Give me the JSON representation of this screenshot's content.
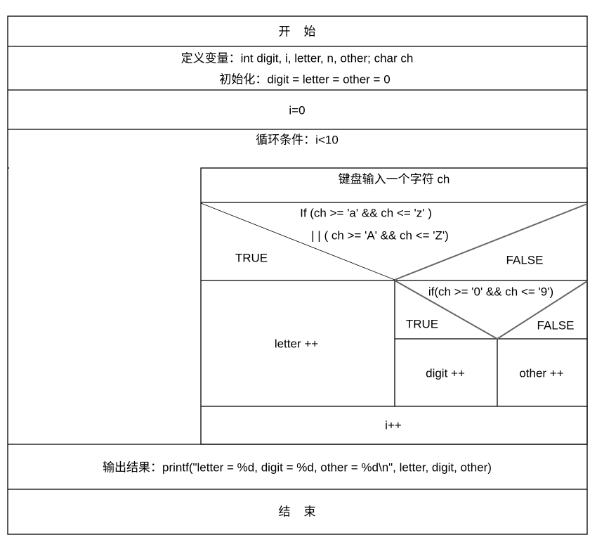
{
  "start": "开    始",
  "declare": "定义变量：int digit, i, letter, n, other; char ch",
  "init": "初始化：digit = letter = other = 0",
  "i_init": "i=0",
  "loop": "循环条件：i<10",
  "input": "键盘输入一个字符 ch",
  "cond1_line1": "If (ch >= 'a' && ch <= 'z' )",
  "cond1_line2": "| | ( ch >= 'A' && ch <= 'Z')",
  "cond1_true": "TRUE",
  "cond1_false": "FALSE",
  "cond2": "if(ch >= '0' && ch <= '9')",
  "cond2_true": "TRUE",
  "cond2_false": "FALSE",
  "letter_inc": "letter ++",
  "digit_inc": "digit ++",
  "other_inc": "other ++",
  "i_inc": "i++",
  "output": "输出结果：printf(\"letter = %d, digit = %d, other = %d\\n\", letter, digit, other)",
  "end": "结    束"
}
